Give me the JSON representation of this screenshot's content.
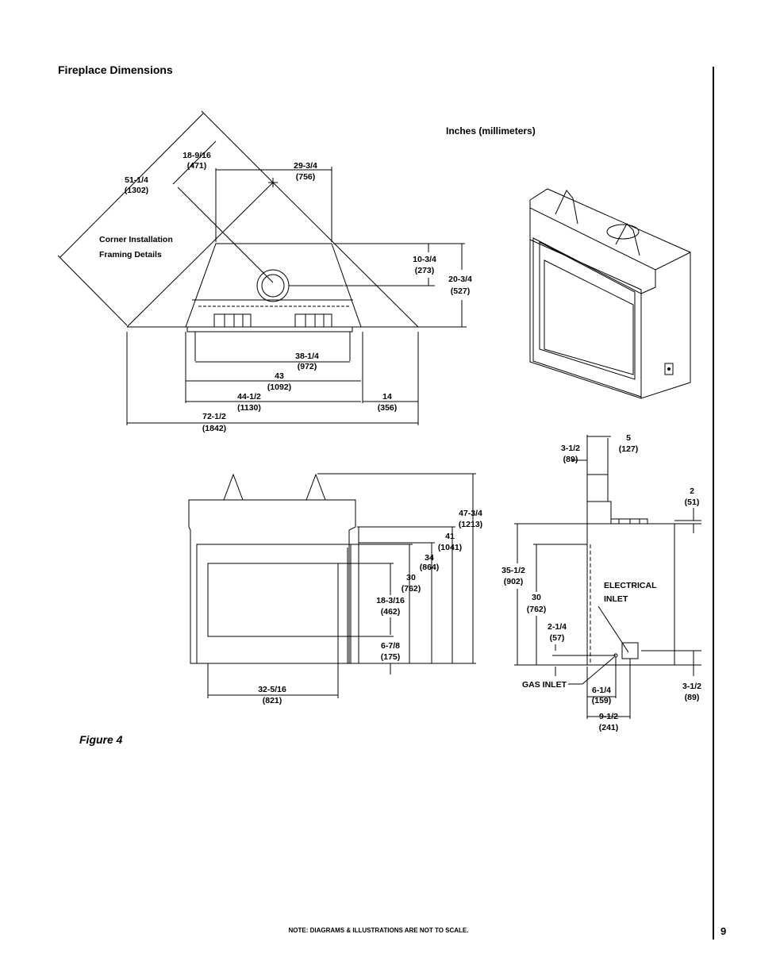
{
  "heading": "Fireplace Dimensions",
  "units_note": "Inches (millimeters)",
  "corner_label": [
    "Corner Installation",
    "Framing Details"
  ],
  "figure_caption": "Figure 4",
  "footer_note": "NOTE: DIAGRAMS & ILLUSTRATIONS ARE NOT TO SCALE.",
  "page_number": "9",
  "corner_dims": {
    "d51": [
      "51-1/4",
      "(1302)"
    ],
    "d18": [
      "18-9/16",
      "(471)"
    ],
    "d29": [
      "29-3/4",
      "(756)"
    ],
    "d10": [
      "10-3/4",
      "(273)"
    ],
    "d20": [
      "20-3/4",
      "(527)"
    ],
    "d38": [
      "38-1/4",
      "(972)"
    ],
    "d43": [
      "43",
      "(1092)"
    ],
    "d44": [
      "44-1/2",
      "(1130)"
    ],
    "d14": [
      "14",
      "(356)"
    ],
    "d72": [
      "72-1/2",
      "(1842)"
    ]
  },
  "front_dims": {
    "d47": [
      "47-3/4",
      "(1213)"
    ],
    "d41": [
      "41",
      "(1041)"
    ],
    "d34": [
      "34",
      "(864)"
    ],
    "d30": [
      "30",
      "(762)"
    ],
    "d18": [
      "18-3/16",
      "(462)"
    ],
    "d6": [
      "6-7/8",
      "(175)"
    ],
    "d32": [
      "32-5/16",
      "(821)"
    ]
  },
  "side_dims": {
    "d3a": [
      "3-1/2",
      "(89)"
    ],
    "d5": [
      "5",
      "(127)"
    ],
    "d2": [
      "2",
      "(51)"
    ],
    "d35": [
      "35-1/2",
      "(902)"
    ],
    "d30": [
      "30",
      "(762)"
    ],
    "d2q": [
      "2-1/4",
      "(57)"
    ],
    "d3b": [
      "3-1/2",
      "(89)"
    ],
    "d6q": [
      "6-1/4",
      "(159)"
    ],
    "d9": [
      "9-1/2",
      "(241)"
    ],
    "electrical": [
      "ELECTRICAL",
      "INLET"
    ],
    "gas": "GAS INLET"
  }
}
